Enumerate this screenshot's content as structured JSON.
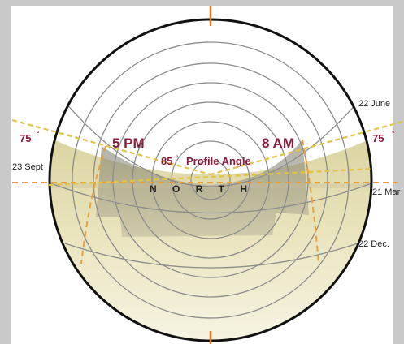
{
  "labels": {
    "time_left": "5 PM",
    "time_right": "8 AM",
    "profile_angle_value": "85",
    "profile_angle_label": "Profile Angle",
    "degree_symbol": "°",
    "angle_left": "75",
    "angle_right": "75",
    "north": "N O R T H",
    "date_june": "22 June",
    "date_sept": "23 Sept",
    "date_march": "21 Mar",
    "date_dec": "22 Dec."
  },
  "colors": {
    "background": "#c9c9c9",
    "panel": "#ffffff",
    "circle_outline": "#111111",
    "grid": "#8c8c8c",
    "shade_fill": "#e6dfae",
    "dashed_line": "#e8a03a",
    "profile_line": "#e2c34a",
    "label_red": "#8b1a3a",
    "label_dark": "#222222",
    "tick": "#e07a1a"
  },
  "icons": {
    "top_marker": "tick-mark",
    "bottom_marker": "tick-mark"
  }
}
